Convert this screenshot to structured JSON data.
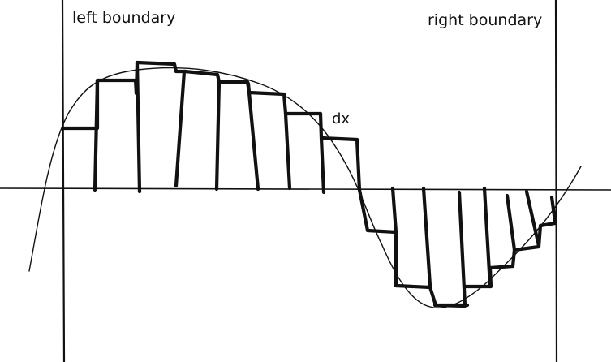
{
  "labels": {
    "left_boundary": "left boundary",
    "right_boundary": "right boundary",
    "dx": "dx"
  },
  "colors": {
    "ink": "#111111",
    "background": "#ffffff"
  }
}
